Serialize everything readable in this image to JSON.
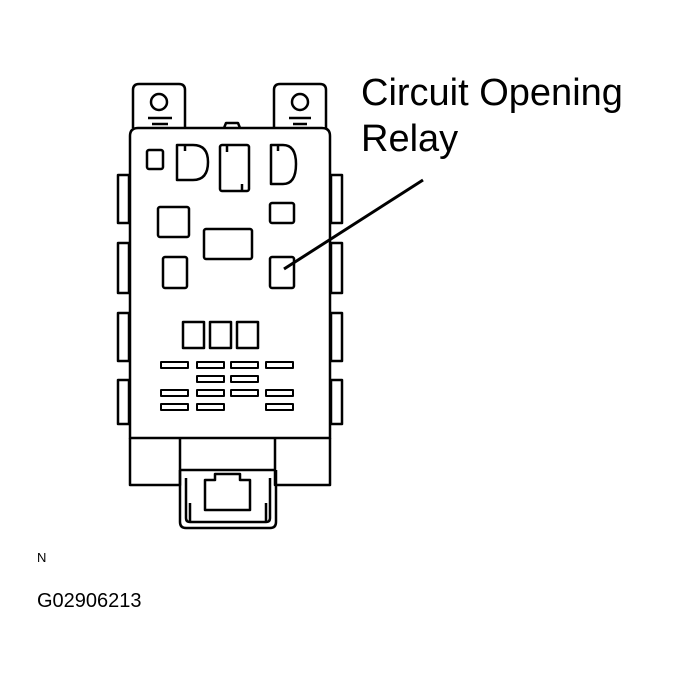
{
  "callout": {
    "line1": "Circuit Opening",
    "line2": "Relay"
  },
  "marker": "N",
  "figure_id": "G02906213",
  "colors": {
    "stroke": "#000000",
    "background": "#ffffff"
  }
}
